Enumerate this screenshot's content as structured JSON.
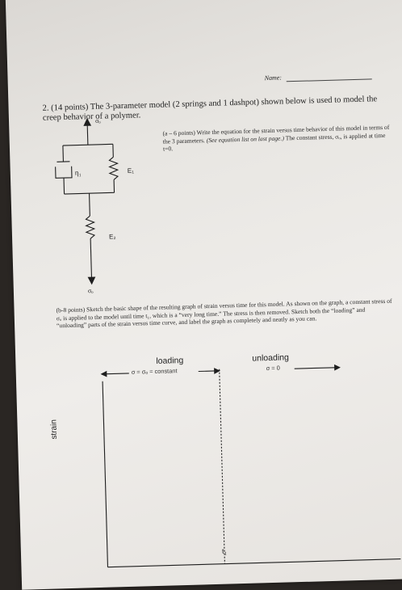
{
  "header": {
    "name_label": "Name:"
  },
  "question": {
    "heading": "2. (14 points) The 3-parameter model (2 springs and 1 dashpot) shown below is used to model the creep behavior of a polymer."
  },
  "part_a": {
    "text": "(a – 6 points) Write the equation for the strain versus time behavior of this model in terms of the 3 parameters.",
    "note": "(See equation list on last page.)",
    "text2": "The constant stress, σₒ, is applied at time t=0."
  },
  "diagram": {
    "sigma_top": "σₒ",
    "sigma_bottom": "σₒ",
    "eta": "η₁",
    "spring1": "E₁",
    "spring2": "E₂"
  },
  "part_b": {
    "text": "(b-8 points) Sketch the basic shape of the resulting graph of strain versus time for this model. As shown on the graph, a constant stress of σₒ is applied to the model until time t₁, which is a “very long time.” The stress is then removed. Sketch both the “loading” and “unloading” parts of the strain versus time curve, and label the graph as completely and neatly as you can."
  },
  "graph": {
    "loading_title": "loading",
    "loading_sub": "σ = σₒ = constant",
    "unloading_title": "unloading",
    "unloading_sub": "σ = 0",
    "ylabel": "strain",
    "t1_label": "t₁"
  }
}
